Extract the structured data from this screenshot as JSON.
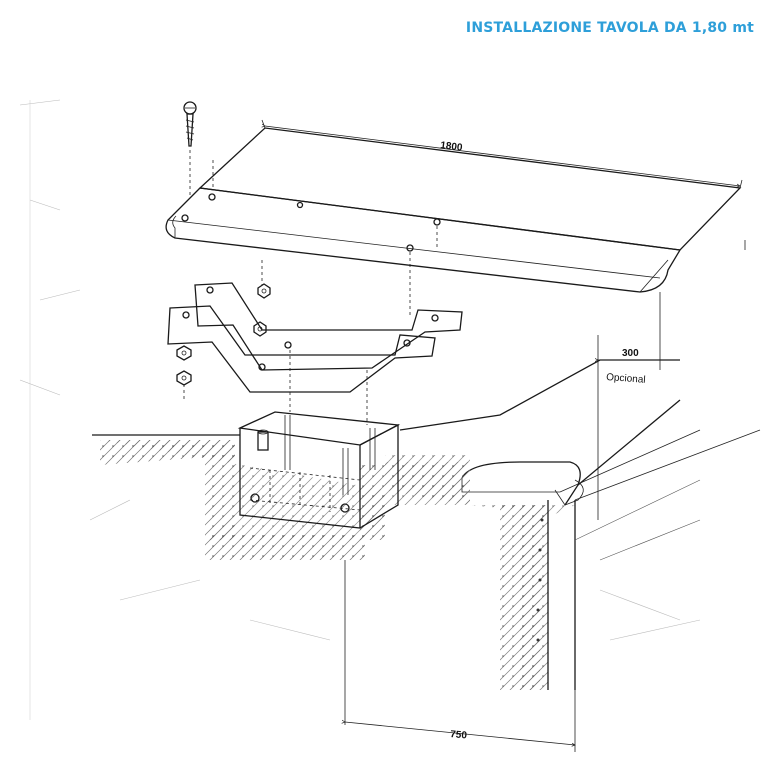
{
  "header": {
    "title": "INSTALLAZIONE TAVOLA DA 1,80 mt"
  },
  "dimensions": {
    "board_length": "1800",
    "overhang": "300",
    "optional_label": "Opcional",
    "anchor_distance": "750"
  },
  "colors": {
    "title": "#2e9fd9",
    "line": "#1a1a1a"
  }
}
